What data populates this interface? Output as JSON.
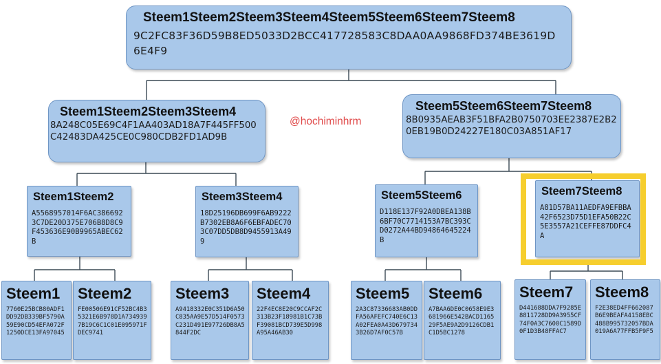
{
  "watermark": "@hochiminhrm",
  "colors": {
    "node_fill": "#a9c8ea",
    "node_border": "#6e95c4",
    "connector": "#3c4a55",
    "highlight": "#f6ce2e",
    "watermark": "#e04a4a"
  },
  "tree": {
    "root": {
      "label": "Steem1Steem2Steem3Steem4Steem5Steem6Steem7Steem8",
      "hash": "9C2FC83F36D59B8ED5033D2BCC417728583C8DAA0AA9868FD374BE3619D6E4F9"
    },
    "left": {
      "label": "Steem1Steem2Steem3Steem4",
      "hash": "8A248C05E69C4F1AA403AD18A7F445FF500C42483DA425CE0C980CDB2FD1AD9B"
    },
    "right": {
      "label": "Steem5Steem6Steem7Steem8",
      "hash": "8B0935AEAB3F51BFA2B0750703EE2387E2B20EB19B0D24227E180C03A851AF17"
    },
    "pairs": [
      {
        "label": "Steem1Steem2",
        "hash": "A5568957014F6AC3866923C7DE20D375E706B8D8C9F453636E90B9965ABEC62B"
      },
      {
        "label": "Steem3Steem4",
        "hash": "18D25196DB699F6AB9222B7302EB8A6F6EBFADEC703C07DD5DB8D9455913A499"
      },
      {
        "label": "Steem5Steem6",
        "hash": "D118E137F92A0DBEA138B6BF70C7714153A7BC393CD0272A44BD94864645224B"
      },
      {
        "label": "Steem7Steem8",
        "hash": "A81D57BA11AEDFA9EFBBA42F6523D75D1EFA50B22C5E3557A21CEFFE87DDFC4A"
      }
    ],
    "leaves": [
      {
        "label": "Steem1",
        "hash": "7760E25BCB80ADF1DD92DB339BF5790A59E90CD54EFA072F1250DCE13FA97045"
      },
      {
        "label": "Steem2",
        "hash": "FE00506E91CF52BC4B35321E6B978D1A7349397B19C6C1C01E095971FDEC9741"
      },
      {
        "label": "Steem3",
        "hash": "A9418332E0C351D6A50C835AA9E57D514F0573C231D491E97726DB8A5844F2DC"
      },
      {
        "label": "Steem4",
        "hash": "22F4EC8E20C9CCAF2C313B23F18981B1C73BF39081BCD739E5D998A95A46AB30"
      },
      {
        "label": "Steem5",
        "hash": "2A3C87336683AB0DDFA56AFEFC740E6C13A02FEA0A43D6797343B26D7AF0C57B"
      },
      {
        "label": "Steem6",
        "hash": "A7BAA6DE0C0658E9E3681966E542BACD116529F5AE9A2D9126CDB1C1D5BC1278"
      },
      {
        "label": "Steem7",
        "hash": "D441688DDA7F9285E8811728DD9A3955CF74F0A3C7600C1589D0F1D3B48FFAC7"
      },
      {
        "label": "Steem8",
        "hash": "F2E38ED4FF662087B6E9BEAFA4158EBC488B995732057BDA019A6A77FFB5F9F5"
      }
    ]
  }
}
